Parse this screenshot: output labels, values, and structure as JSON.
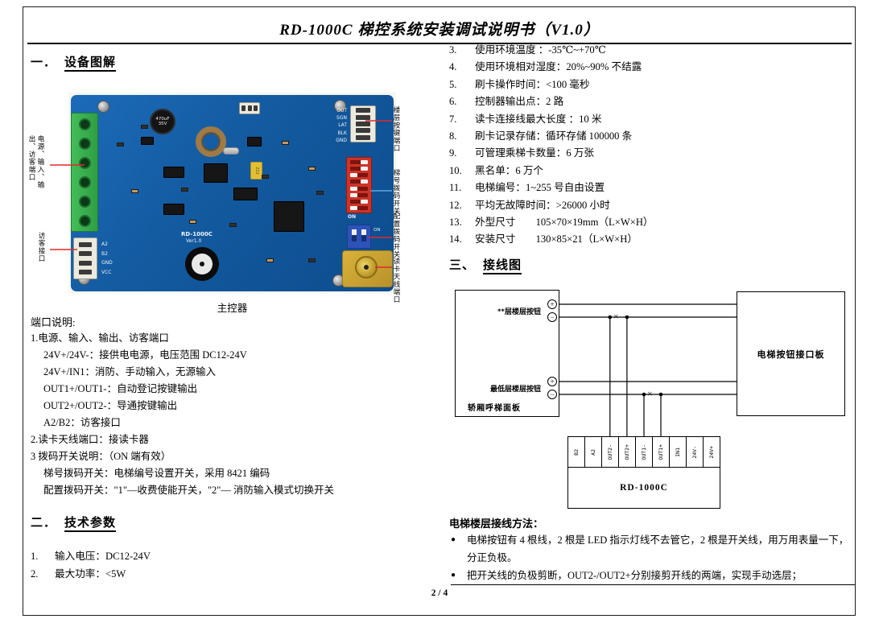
{
  "title": "RD-1000C 梯控系统安装调试说明书（V1.0）",
  "footer": "2 / 4",
  "sections": {
    "s1": {
      "num": "一．",
      "label": "设备图解"
    },
    "s2": {
      "num": "二．",
      "label": "技术参数"
    },
    "s3": {
      "num": "三、",
      "label": "接线图"
    }
  },
  "board": {
    "caption": "主控器",
    "silkscreen": "RD-1000C",
    "silkscreen_ver": "Ver1.0",
    "cap_label": "470uF",
    "cap_volt": "35V",
    "cap2_label": "222",
    "dip_on": "ON",
    "pins_left": [
      "A2",
      "B2",
      "GND",
      "VCC"
    ],
    "pins_top_right": [
      "OUT",
      "SGN",
      "LAT",
      "BLK",
      "GND"
    ],
    "callouts": {
      "left_top": "电源、输入、输出、访客端口",
      "left_bottom": "访客接口",
      "right_1": "楼层按键端口",
      "right_2": "梯号拨码开关",
      "right_3": "配置拨码开关",
      "right_4": "读卡天线端口"
    }
  },
  "port": {
    "heading": "端口说明:",
    "lines": [
      "1.电源、输入、输出、访客端口",
      "24V+/24V-：接供电电源，电压范围 DC12-24V",
      "24V+/IN1：消防、手动输入，无源输入",
      "OUT1+/OUT1-：自动登记按键输出",
      "OUT2+/OUT2-：导通按键输出",
      "A2/B2：访客接口",
      "2.读卡天线端口：接读卡器",
      "3 拨码开关说明：（ON 端有效）",
      "梯号拨码开关：电梯编号设置开关，采用 8421 编码",
      "配置拨码开关：\"1\"—收费使能开关，\"2\"— 消防输入模式切换开关"
    ]
  },
  "tech": {
    "left": [
      {
        "num": "1.",
        "text": "输入电压：DC12-24V"
      },
      {
        "num": "2.",
        "text": "最大功率：<5W"
      }
    ],
    "right": [
      {
        "num": "3.",
        "text": "使用环境温度 ：-35℃~+70℃"
      },
      {
        "num": "4.",
        "text": "使用环境相对湿度：20%~90% 不结露"
      },
      {
        "num": "5.",
        "text": "刷卡操作时间：<100 毫秒"
      },
      {
        "num": "6.",
        "text": "控制器输出点：2 路"
      },
      {
        "num": "7.",
        "text": "读卡连接线最大长度 ：10 米"
      },
      {
        "num": "8.",
        "text": "刷卡记录存储：循环存储 100000 条"
      },
      {
        "num": "9.",
        "text": "可管理乘梯卡数量：6 万张"
      },
      {
        "num": "10.",
        "text": "黑名单：6 万个"
      },
      {
        "num": "11.",
        "text": "电梯编号：1~255 号自由设置"
      },
      {
        "num": "12.",
        "text": "平均无故障时间：>26000 小时"
      },
      {
        "num": "13.",
        "text": "外型尺寸　　105×70×19mm（L×W×H）"
      },
      {
        "num": "14.",
        "text": "安装尺寸　　130×85×21（L×W×H）"
      }
    ]
  },
  "wiring": {
    "row1": "**层楼层按钮",
    "row2": "最低层楼层按钮",
    "cage": "轿厢呼梯面板",
    "board": "电梯按钮接口板",
    "controller": "RD-1000C",
    "terminals": [
      "B2",
      "A2",
      "OUT2-",
      "OUT2+",
      "OUT1-",
      "OUT1+",
      "IN1",
      "24V-",
      "24V+"
    ],
    "plus": "+",
    "minus": "−",
    "cut": "×"
  },
  "method": {
    "heading": "电梯楼层接线方法：",
    "bullets": [
      "电梯按钮有 4 根线，2 根是 LED 指示灯线不去管它，2 根是开关线，用万用表量一下，分正负极。",
      "把开关线的负极剪断，OUT2-/OUT2+分别接剪开线的两端，实现手动选层；"
    ]
  }
}
